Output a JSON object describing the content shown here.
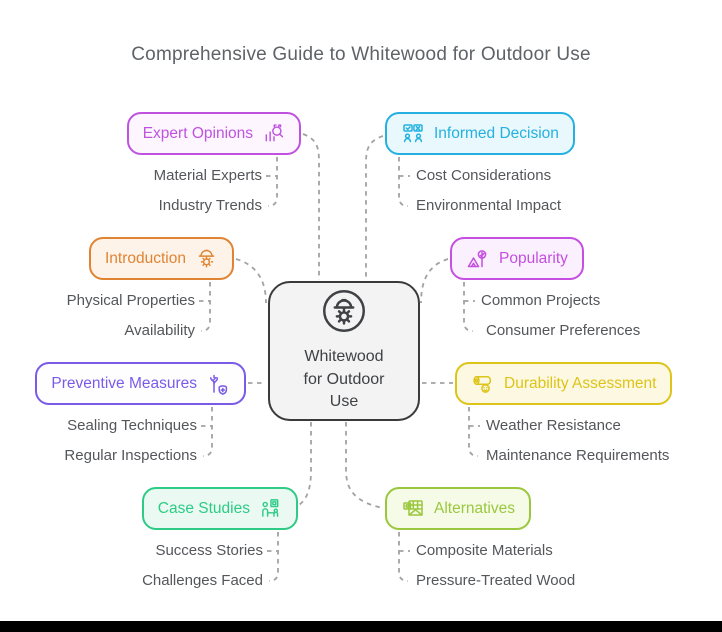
{
  "title": "Comprehensive Guide to Whitewood for Outdoor Use",
  "center": {
    "label": "Whitewood for Outdoor Use",
    "icon": "hard-hat-gear-icon"
  },
  "colors": {
    "connector": "#a2a2a2",
    "title": "#5f6368",
    "subtopic": "#54565a",
    "central_border": "#3a3a3a",
    "central_fill": "#f3f3f3",
    "central_text": "#3f4145",
    "footer": "#000000"
  },
  "nodes": [
    {
      "id": "expert-opinions",
      "label": "Expert Opinions",
      "icon": "chart-search-icon",
      "side": "left",
      "color": "#bf53e0",
      "fill": "#fdf6fe",
      "children": [
        "Material Experts",
        "Industry Trends"
      ]
    },
    {
      "id": "informed-decision",
      "label": "Informed Decision",
      "icon": "decision-people-icon",
      "side": "right",
      "color": "#24b1e0",
      "fill": "#e9f8fd",
      "children": [
        "Cost Considerations",
        "Environmental Impact"
      ]
    },
    {
      "id": "introduction",
      "label": "Introduction",
      "icon": "hard-hat-gear-icon",
      "side": "left",
      "color": "#e08433",
      "fill": "#fdf3e9",
      "children": [
        "Physical Properties",
        "Availability"
      ]
    },
    {
      "id": "popularity",
      "label": "Popularity",
      "icon": "tree-tent-icon",
      "side": "right",
      "color": "#c44fe0",
      "fill": "#fbf1fe",
      "children": [
        "Common Projects",
        "Consumer Preferences"
      ]
    },
    {
      "id": "preventive-measures",
      "label": "Preventive Measures",
      "icon": "tree-shield-icon",
      "side": "left",
      "color": "#7a5be8",
      "fill": "#fefeff",
      "children": [
        "Sealing Techniques",
        "Regular Inspections"
      ]
    },
    {
      "id": "durability-assessment",
      "label": "Durability Assessment",
      "icon": "log-face-icon",
      "side": "right",
      "color": "#ddc418",
      "fill": "#fcf8e2",
      "children": [
        "Weather Resistance",
        "Maintenance Requirements"
      ]
    },
    {
      "id": "case-studies",
      "label": "Case Studies",
      "icon": "presenter-icon",
      "side": "left",
      "color": "#2ecb86",
      "fill": "#eafaf3",
      "children": [
        "Success Stories",
        "Challenges Faced"
      ]
    },
    {
      "id": "alternatives",
      "label": "Alternatives",
      "icon": "media-grid-icon",
      "side": "right",
      "color": "#9ac73d",
      "fill": "#f5fbe7",
      "children": [
        "Composite Materials",
        "Pressure-Treated Wood"
      ]
    }
  ]
}
